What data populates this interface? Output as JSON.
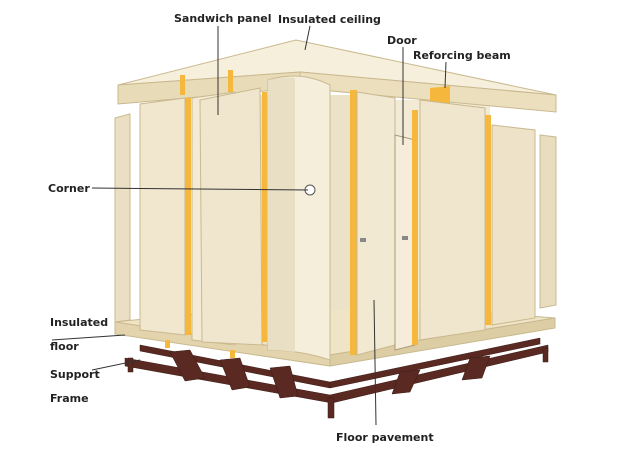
{
  "labels": {
    "sandwich_panel": "Sandwich panel",
    "insulated_ceiling": "Insulated ceiling",
    "door": "Door",
    "reforcing_beam": "Reforcing beam",
    "corner": "Corner",
    "insulated_floor_1": "Insulated",
    "insulated_floor_2": "floor",
    "support_frame_1": "Support",
    "support_frame_2": "Frame",
    "floor_pavement": "Floor pavement"
  },
  "colors": {
    "panel": "#f3ead3",
    "panel_shade": "#e6d9b8",
    "seam": "#f5b83c",
    "frame": "#5a2a22",
    "leader": "#333333"
  }
}
